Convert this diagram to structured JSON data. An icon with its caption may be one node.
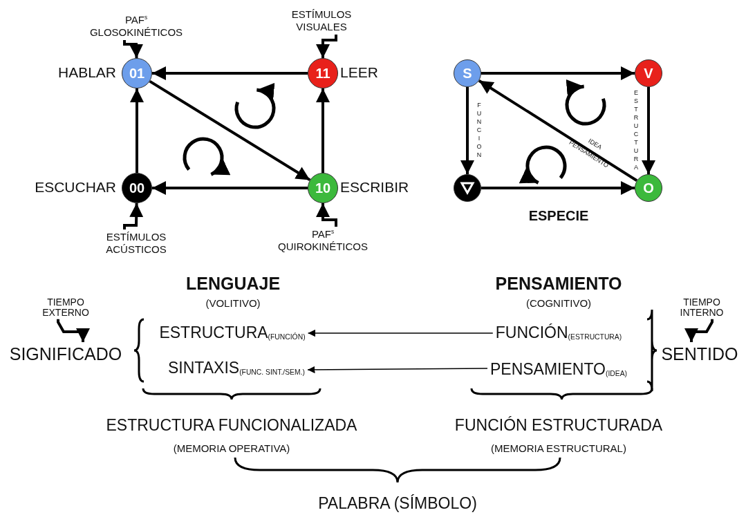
{
  "diagram": {
    "nodes": [
      {
        "text": [
          "01"
        ],
        "beside": [
          "HABLAR"
        ]
      },
      {
        "text": [
          "11"
        ],
        "beside": [
          "LEER"
        ]
      },
      {
        "text": [
          "00"
        ],
        "beside": [
          "ESCUCHAR"
        ]
      },
      {
        "text": [
          "10"
        ],
        "beside": [
          "ESCRIBIR"
        ]
      },
      {
        "text": [
          "PAF$^{s}$ GLOSOKINÉTICOS"
        ]
      },
      {
        "text": [
          "ESTÍMULOS VISUALES"
        ]
      },
      {
        "text": [
          "ESTÍMULOS ACÚSTICOS"
        ]
      },
      {
        "text": [
          "PAF$^{s}$ QUIROKINÉTICOS"
        ]
      },
      {
        "text": [
          "S"
        ]
      },
      {
        "text": [
          "V"
        ]
      },
      {
        "text": [],
        "shape": "circle"
      },
      {
        "text": [
          "O"
        ]
      },
      {
        "text": [
          "ESTRUCTURA$_{(FUNCIÓN)}$"
        ]
      },
      {
        "text": [
          "SINTAXIS$_{(FUNC. SINT./SEM.)}$"
        ]
      },
      {
        "text": [
          "FUNCIÓN$_{(ESTRUCTURA)}$"
        ]
      },
      {
        "text": [
          "PENSAMIENTO$_{(IDEA)}$"
        ]
      },
      {
        "text": [
          "TIEMPO EXTERNO"
        ]
      },
      {
        "text": [
          "TIEMPO INTERNO"
        ]
      },
      {
        "text": [
          "SIGNIFICADO"
        ]
      },
      {
        "text": [
          "SENTIDO"
        ]
      }
    ],
    "edges": [
      {
        "from": 1,
        "to": 0,
        "arrow": "to"
      },
      {
        "from": 0,
        "to": 3,
        "arrow": "to"
      },
      {
        "from": 3,
        "to": 1,
        "arrow": "to"
      },
      {
        "from": 2,
        "to": 0,
        "arrow": "to"
      },
      {
        "from": 3,
        "to": 2,
        "arrow": "to"
      },
      {
        "from": 4,
        "to": 0,
        "arrow": "to"
      },
      {
        "from": 5,
        "to": 1,
        "arrow": "to"
      },
      {
        "from": 6,
        "to": 2,
        "arrow": "to"
      },
      {
        "from": 7,
        "to": 3,
        "arrow": "to"
      },
      {
        "from": 8,
        "to": 9,
        "arrow": "to"
      },
      {
        "from": 9,
        "to": 11,
        "arrow": "to",
        "label": "ESTRUCTURA"
      },
      {
        "from": 8,
        "to": 10,
        "arrow": "to",
        "label": "FUNCION"
      },
      {
        "from": 10,
        "to": 11,
        "arrow": "to"
      },
      {
        "from": 11,
        "to": 8,
        "arrow": "to",
        "label": "IDEA PENSAMIENTO"
      },
      {
        "from": 14,
        "to": 12,
        "arrow": "to"
      },
      {
        "from": 15,
        "to": 13,
        "arrow": "to"
      },
      {
        "from": 16,
        "to": 18,
        "arrow": "to"
      },
      {
        "from": 17,
        "to": 19,
        "arrow": "to"
      }
    ],
    "labels": [
      "ESPECIE",
      "LENGUAJE",
      "(VOLITIVO)",
      "PENSAMIENTO",
      "(COGNITIVO)",
      "ESTRUCTURA FUNCIONALIZADA",
      "(MEMORIA OPERATIVA)",
      "FUNCIÓN ESTRUCTURADA",
      "(MEMORIA ESTRUCTURAL)",
      "PALABRA (SÍMBOLO)"
    ]
  }
}
